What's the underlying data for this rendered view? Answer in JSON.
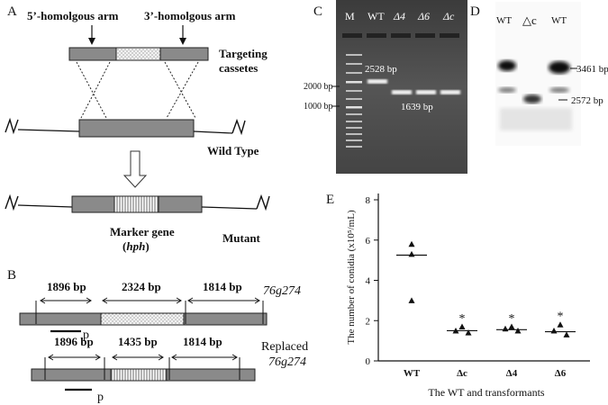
{
  "panels": {
    "A": {
      "letter": "A",
      "arm5": "5’-homolgous arm",
      "arm3": "3’-homolgous arm",
      "targeting": "Targeting",
      "cassettes": "cassetes",
      "wild_type": "Wild Type",
      "marker1": "Marker gene",
      "marker2_open": "(",
      "marker2_italic": "hph",
      "marker2_close": ")",
      "mutant": "Mutant"
    },
    "B": {
      "letter": "B",
      "row1": [
        "1896 bp",
        "2324 bp",
        "1814 bp"
      ],
      "gene": "76g274",
      "probe1": "p",
      "row2": [
        "1896 bp",
        "1435 bp",
        "1814 bp"
      ],
      "replaced": "Replaced",
      "gene2": "76g274",
      "probe2": "p"
    },
    "C": {
      "letter": "C",
      "lanes": [
        "M",
        "WT",
        "Δ4",
        "Δ6",
        "Δc"
      ],
      "ladder_2000": "2000 bp",
      "ladder_1000": "1000 bp",
      "band_wt": "2528 bp",
      "band_mut": "1639 bp"
    },
    "D": {
      "letter": "D",
      "lanes": [
        "WT",
        "△c",
        "WT"
      ],
      "band_top": "3461 bp",
      "band_bottom": "2572 bp"
    }
  },
  "chart_data": {
    "type": "scatter",
    "panel_letter": "E",
    "categories": [
      "WT",
      "Δc",
      "Δ4",
      "Δ6"
    ],
    "ylabel": "The number of conidia (x10⁵/mL)",
    "xlabel": "The WT and transformants",
    "ylim": [
      0,
      8
    ],
    "yticks": [
      "0",
      "2",
      "4",
      "6",
      "8"
    ],
    "series": [
      {
        "points": [
          [
            5.8,
            5.3,
            3.0
          ],
          [
            1.7,
            1.5,
            1.4
          ],
          [
            1.7,
            1.6,
            1.5
          ],
          [
            1.8,
            1.5,
            1.3
          ]
        ]
      }
    ],
    "means": [
      5.25,
      1.5,
      1.55,
      1.45
    ],
    "significance": [
      "",
      "*",
      "*",
      "*"
    ]
  }
}
